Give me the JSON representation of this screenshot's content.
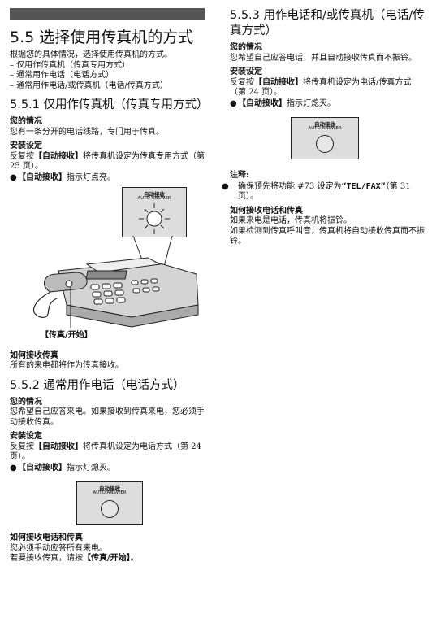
{
  "s55": {
    "title": "5.5 选择使用传真机的方式",
    "intro": "根据您的具体情况，选择使用传真机的方式。",
    "list": [
      "– 仅用作传真机（传真专用方式）",
      "– 通常用作电话（电话方式）",
      "– 通常用作电话/或传真机（电话/传真方式）"
    ]
  },
  "s551": {
    "title": "5.5.1 仅用作传真机（传真专用方式）",
    "situation_head": "您的情况",
    "situation": "您有一条分开的电话线路，专门用于传真。",
    "setup_head": "安装设定",
    "setup_pre": "反复按",
    "setup_btn": "【自动接收】",
    "setup_post": "将传真机设定为传真专用方式（第 25 页）。",
    "bullet_btn": "【自动接收】",
    "bullet_text": "指示灯点亮。",
    "callout": "【传真/开始】",
    "receive_head": "如何接收传真",
    "receive": "所有的来电都将作为传真接收。"
  },
  "s552": {
    "title": "5.5.2 通常用作电话（电话方式）",
    "situation_head": "您的情况",
    "situation": "您希望自己应答来电。如果接收到传真来电，您必须手动接收传真。",
    "setup_head": "安装设定",
    "setup_pre": "反复按",
    "setup_btn": "【自动接收】",
    "setup_post": "将传真机设定为电话方式（第 24 页）。",
    "bullet_btn": "【自动接收】",
    "bullet_text": "指示灯熄灭。",
    "receive_head": "如何接收电话和传真",
    "receive1": "您必须手动应答所有来电。",
    "receive2_pre": "若要接收传真，请按",
    "receive2_btn": "【传真/开始】",
    "receive2_post": "。"
  },
  "s553": {
    "title": "5.5.3 用作电话和/或传真机（电话/传真方式）",
    "situation_head": "您的情况",
    "situation": "您希望自己应答电话，并且自动接收传真而不振铃。",
    "setup_head": "安装设定",
    "setup_pre": "反复按",
    "setup_btn": "【自动接收】",
    "setup_post": "将传真机设定为电话/传真方式（第 24 页）。",
    "bullet_btn": "【自动接收】",
    "bullet_text": "指示灯熄灭。",
    "note_head": "注释:",
    "note_pre": "确保预先将功能 #73 设定为",
    "note_code": "“TEL/FAX”",
    "note_post": "（第 31 页）。",
    "receive_head": "如何接收电话和传真",
    "receive1": "如果来电是电话，传真机将振铃。",
    "receive2": "如果检测到传真呼叫音，传真机将自动接收传真而不振铃。"
  },
  "panel": {
    "label_cn": "自动接收",
    "label_en": "AUTO ANSWER"
  }
}
